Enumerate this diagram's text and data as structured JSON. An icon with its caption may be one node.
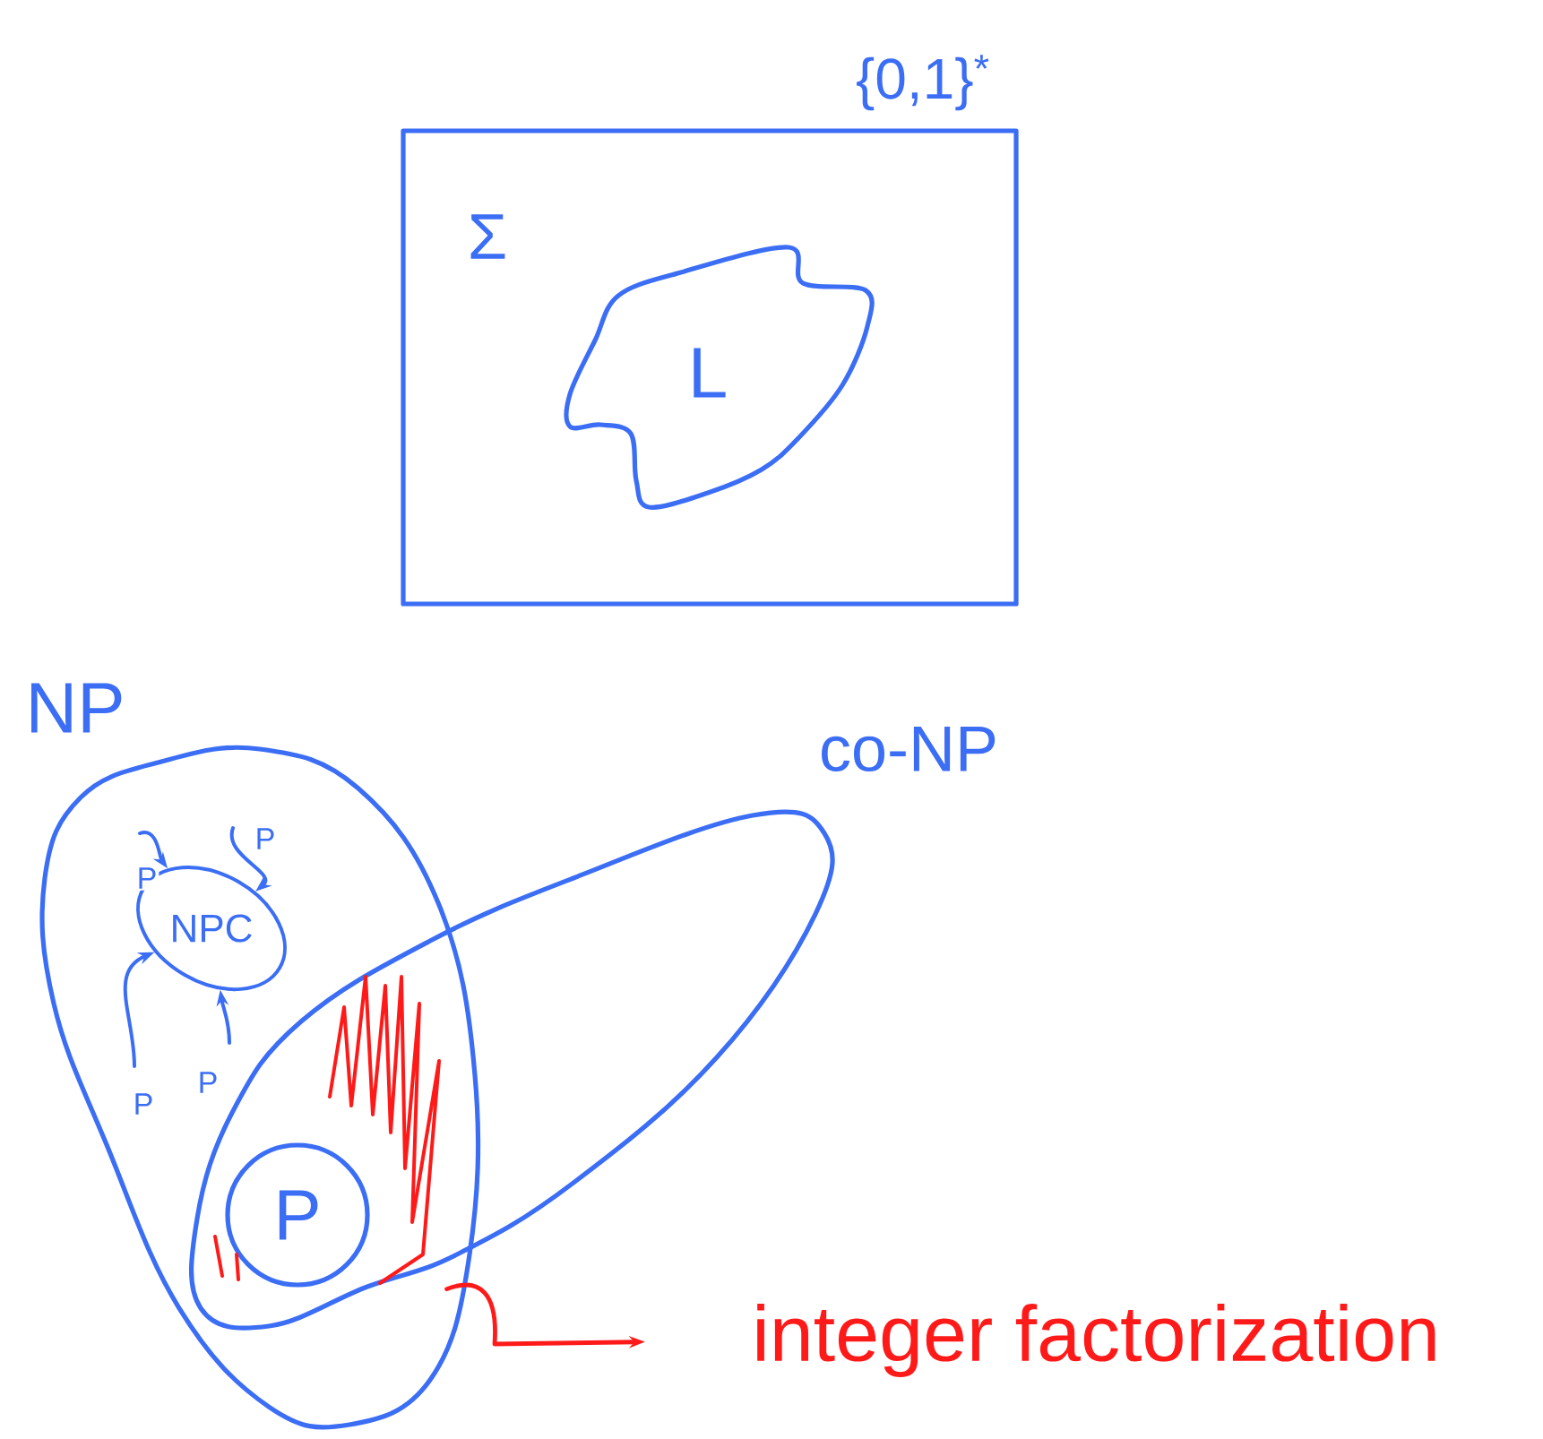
{
  "diagram": {
    "nodes": [
      {
        "text": [
          "{0,1}$^{*}$",
          "Σ"
        ]
      },
      {
        "text": [
          "L"
        ],
        "in": 0
      },
      {
        "text": [
          "NP"
        ]
      },
      {
        "text": [
          "co-NP"
        ]
      },
      {
        "text": [
          "NPC"
        ],
        "in": 2
      },
      {
        "text": [
          "P"
        ]
      },
      {
        "text": [],
        "shape": "hatching"
      },
      {
        "text": [
          "integer factorization"
        ]
      }
    ],
    "edges": [
      {
        "from": null,
        "to": 4,
        "arrow": "to",
        "label": "P"
      },
      {
        "from": null,
        "to": 4,
        "arrow": "to",
        "label": "P"
      },
      {
        "from": null,
        "to": 4,
        "arrow": "to",
        "label": "P"
      },
      {
        "from": null,
        "to": 4,
        "arrow": "to",
        "label": "P"
      },
      {
        "from": 6,
        "to": 7,
        "arrow": "to",
        "color": "#ff1a1a"
      }
    ]
  }
}
